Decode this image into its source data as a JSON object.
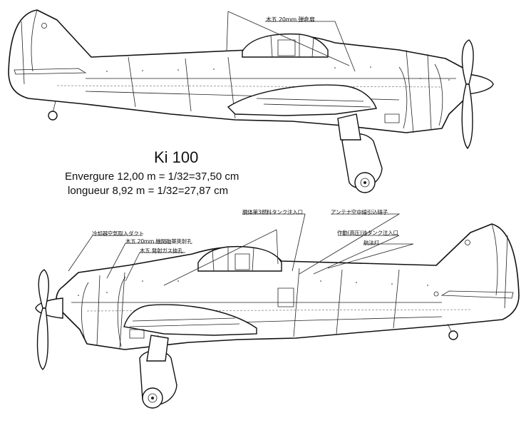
{
  "figure": {
    "title": "Ki 100",
    "span_text": "Envergure  12,00 m = 1/32=37,50 cm",
    "length_text": "longueur  8,92 m = 1/32=27,87 cm"
  },
  "annotations": {
    "top_view": [
      "木五 20mm 弾倉扉"
    ],
    "bottom_view": [
      "胴体第3燃料タンク注入口",
      "アンテナ空中線引込碍子",
      "作動(高圧)油タンク注入口",
      "航法灯",
      "冷却器空気取入ダクト",
      "木五 20mm 機関砲薬莢射孔",
      "木五 発射ガス抜孔"
    ]
  },
  "colors": {
    "line": "#111111",
    "background": "#ffffff"
  }
}
